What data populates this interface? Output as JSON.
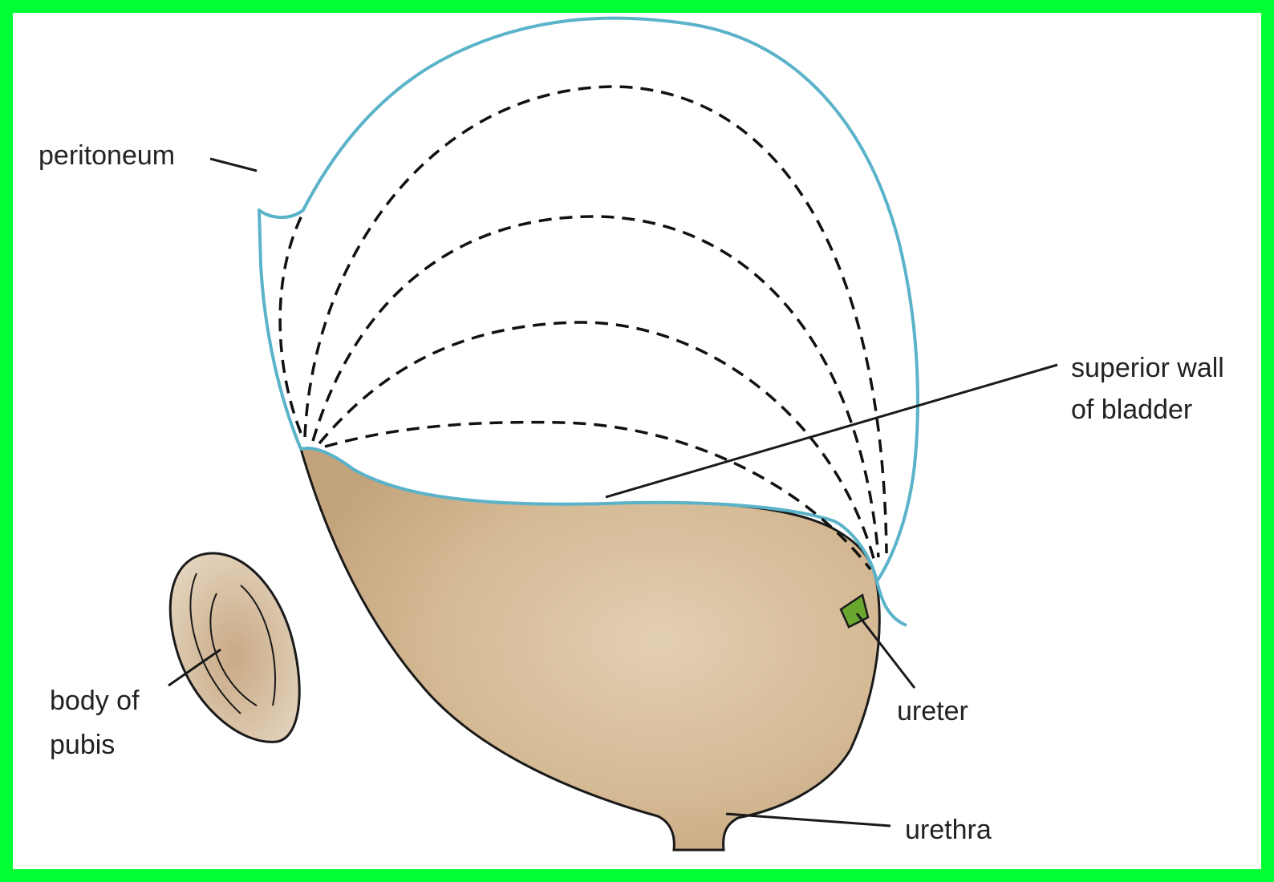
{
  "labels": {
    "peritoneum": "peritoneum",
    "superior_wall_line1": "superior wall",
    "superior_wall_line2": "of bladder",
    "body_of_pubis_line1": "body of",
    "body_of_pubis_line2": "pubis",
    "ureter": "ureter",
    "urethra": "urethra"
  },
  "colors": {
    "frame": "#00ff33",
    "peritoneum_line": "#5bb3c9",
    "bladder_fill": "#c9ab84",
    "ureter_fill": "#6aa72e",
    "outline": "#1a1a1a"
  }
}
